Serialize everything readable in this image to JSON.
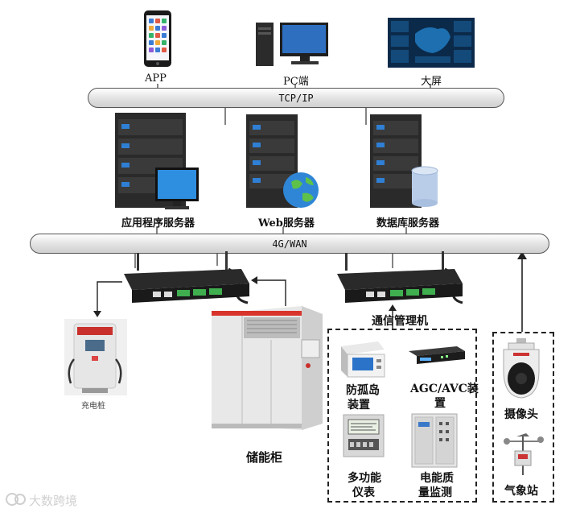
{
  "clients": {
    "app": "APP",
    "pc": "PC端",
    "screen": "大屏"
  },
  "bus_top": "TCP/IP",
  "servers": {
    "app_server": "应用程序服务器",
    "web_server": "Web服务器",
    "db_server": "数据库服务器"
  },
  "bus_mid": "4G/WAN",
  "field": {
    "comm_manager": "通信管理机",
    "charger": "充电桩",
    "storage": "储能柜",
    "anti_island": [
      "防孤岛",
      "装置"
    ],
    "agc": [
      "AGC/AVC装",
      "置"
    ],
    "multi_meter": [
      "多功能",
      "仪表"
    ],
    "power_quality": [
      "电能质",
      "量监测"
    ],
    "camera": "摄像头",
    "weather": "气象站"
  },
  "watermark": "大数跨境"
}
